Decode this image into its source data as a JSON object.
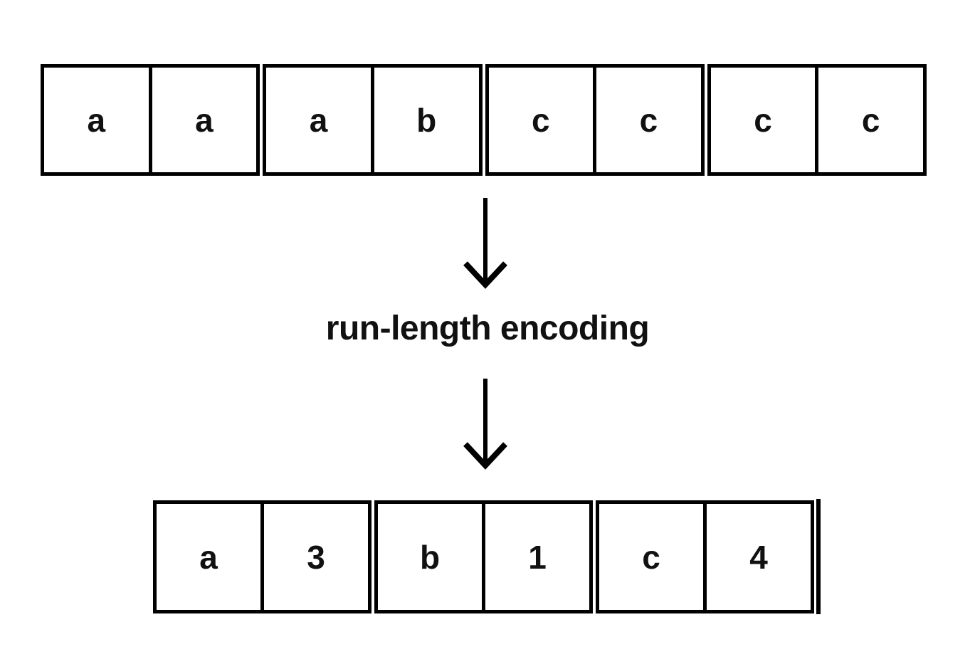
{
  "label": "run-length encoding",
  "input_row": {
    "cells": [
      "a",
      "a",
      "a",
      "b",
      "c",
      "c",
      "c",
      "c"
    ],
    "group_size": 2
  },
  "output_row": {
    "cells": [
      "a",
      "3",
      "b",
      "1",
      "c",
      "4"
    ],
    "group_size": 2
  },
  "icons": {
    "down_arrow": "↓"
  },
  "colors": {
    "ink": "#000000",
    "text": "#111111",
    "background": "#ffffff"
  }
}
